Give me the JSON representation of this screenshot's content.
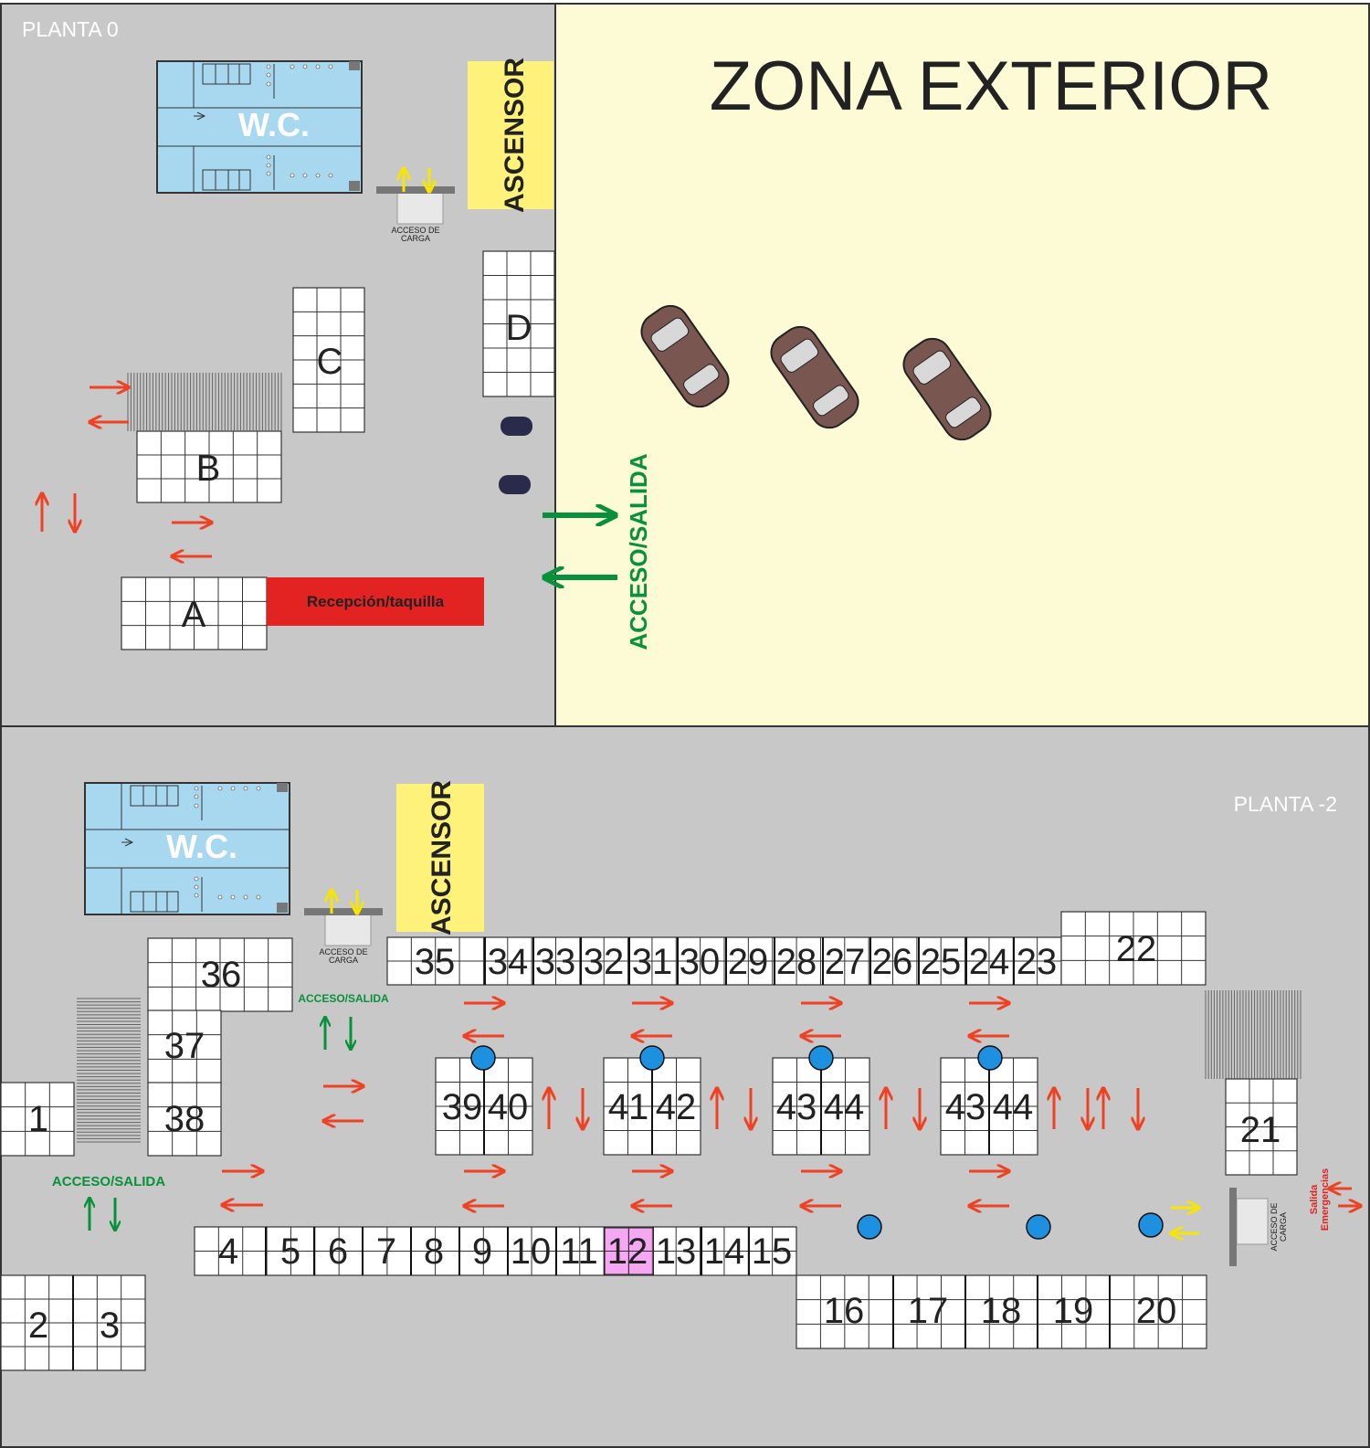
{
  "floor0": {
    "label": "PLANTA 0",
    "wc": "W.C.",
    "elevator": "ASCENSOR",
    "loading_line1": "ACCESO DE",
    "loading_line2": "CARGA",
    "reception": "Recepción/taquilla",
    "blocks": {
      "a": "A",
      "b": "B",
      "c": "C",
      "d": "D"
    }
  },
  "exterior": {
    "title": "ZONA EXTERIOR",
    "access": "ACCESO/SALIDA"
  },
  "floor2": {
    "label": "PLANTA -2",
    "wc": "W.C.",
    "elevator": "ASCENSOR",
    "loading_line1": "ACCESO DE",
    "loading_line2": "CARGA",
    "access_left": "ACCESO/SALIDA",
    "access_top": "ACCESO/SALIDA",
    "emergency_line1": "Salida",
    "emergency_line2": "Emergencias",
    "stands": {
      "s1": "1",
      "s2": "2",
      "s3": "3",
      "s4": "4",
      "s5": "5",
      "s6": "6",
      "s7": "7",
      "s8": "8",
      "s9": "9",
      "s10": "10",
      "s11": "11",
      "s12": "12",
      "s13": "13",
      "s14": "14",
      "s15": "15",
      "s16": "16",
      "s17": "17",
      "s18": "18",
      "s19": "19",
      "s20": "20",
      "s21": "21",
      "s22": "22",
      "s23": "23",
      "s24": "24",
      "s25": "25",
      "s26": "26",
      "s27": "27",
      "s28": "28",
      "s29": "29",
      "s30": "30",
      "s31": "31",
      "s32": "32",
      "s33": "33",
      "s34": "34",
      "s35": "35",
      "s36": "36",
      "s37": "37",
      "s38": "38",
      "s39": "39",
      "s40": "40",
      "s41": "41",
      "s42": "42",
      "i3a": "43",
      "i3b": "44",
      "i4a": "43",
      "i4b": "44"
    },
    "highlighted_stand": "12"
  },
  "colors": {
    "floor_bg": "#c8c8c8",
    "exterior_bg": "#fdfbd6",
    "elevator": "#fff27a",
    "wc": "#a8d8f0",
    "reception": "#e32222",
    "arrow_flow": "#ef4123",
    "arrow_access": "#08913a",
    "arrow_loading": "#f7e600",
    "column": "#1e90e0",
    "highlight": "#f598f0",
    "car": "#7a5650"
  }
}
